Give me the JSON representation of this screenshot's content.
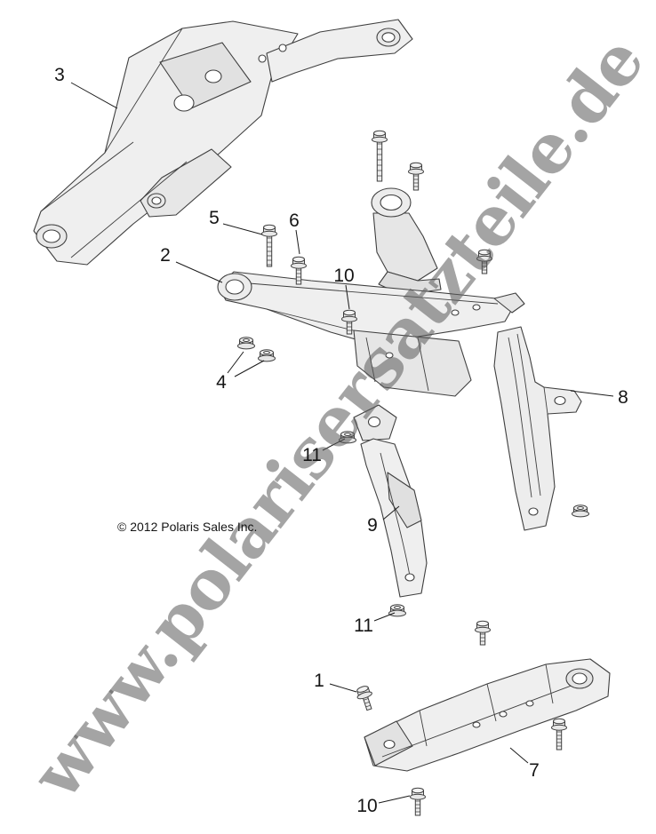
{
  "page": {
    "watermark_text": "www.polarisersatzteile.de",
    "copyright_text": "© 2012 Polaris Sales Inc.",
    "background_color": "#ffffff",
    "watermark_color": "#a4a4a4",
    "diagram_line_color": "#3f3f3f",
    "diagram_fill_color": "#efefef"
  },
  "callouts": [
    {
      "label": "3"
    },
    {
      "label": "5"
    },
    {
      "label": "6"
    },
    {
      "label": "10"
    },
    {
      "label": "2"
    },
    {
      "label": "4"
    },
    {
      "label": "8"
    },
    {
      "label": "11"
    },
    {
      "label": "9"
    },
    {
      "label": "11"
    },
    {
      "label": "1"
    },
    {
      "label": "7"
    },
    {
      "label": "10"
    }
  ]
}
